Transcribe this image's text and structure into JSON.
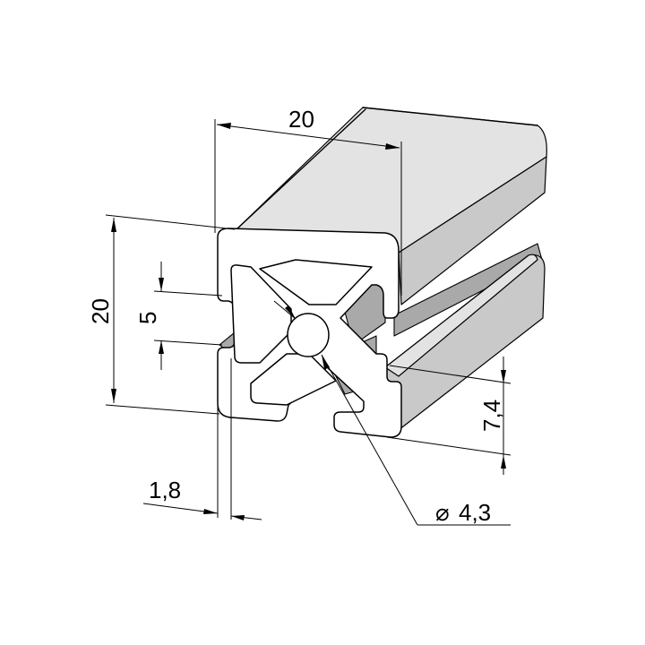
{
  "drawing": {
    "dimensions": {
      "width_top": "20",
      "height_left": "20",
      "slot_width": "5",
      "wall_thickness": "1,8",
      "slot_depth": "7,4",
      "bore_diameter": "4,3"
    },
    "bore_symbol": "⌀"
  }
}
